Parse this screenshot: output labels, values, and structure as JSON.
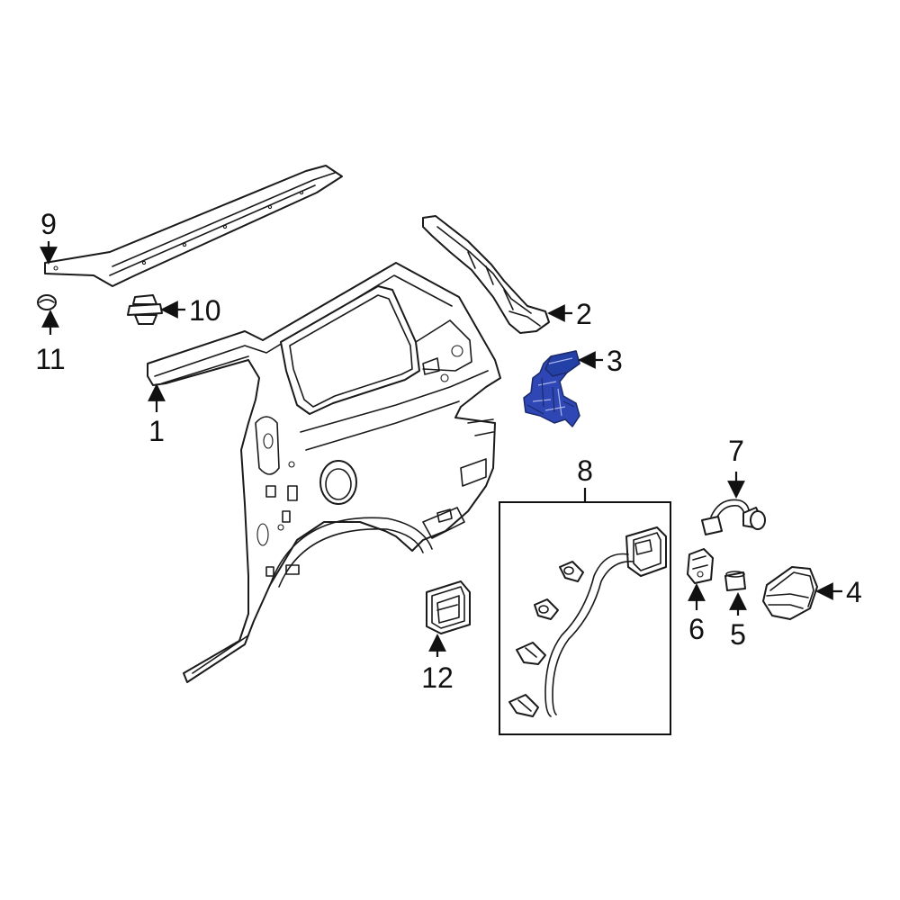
{
  "callouts": {
    "c1": "1",
    "c2": "2",
    "c3": "3",
    "c4": "4",
    "c5": "5",
    "c6": "6",
    "c7": "7",
    "c8": "8",
    "c9": "9",
    "c10": "10",
    "c11": "11",
    "c12": "12"
  },
  "colors": {
    "highlight": "#2f47b5",
    "highlight_dark": "#1b2a6b",
    "line": "#1a1a1a"
  }
}
